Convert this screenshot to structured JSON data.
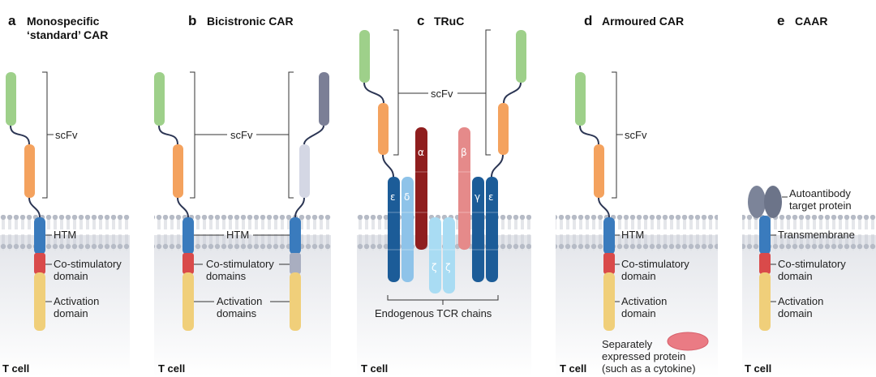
{
  "panels": {
    "a": {
      "letter": "a",
      "title_line1": "Monospecific",
      "title_line2": "‘standard’ CAR",
      "scfv": "scFv",
      "htm": "HTM",
      "costim_1": "Co-stimulatory",
      "costim_2": "domain",
      "activ_1": "Activation",
      "activ_2": "domain",
      "cell": "T cell"
    },
    "b": {
      "letter": "b",
      "title": "Bicistronic CAR",
      "scfv": "scFv",
      "htm": "HTM",
      "costim_1": "Co-stimulatory",
      "costim_2": "domains",
      "activ_1": "Activation",
      "activ_2": "domains",
      "cell": "T cell"
    },
    "c": {
      "letter": "c",
      "title": "TRuC",
      "scfv": "scFv",
      "epsilon": "ε",
      "delta": "δ",
      "alpha": "α",
      "beta": "β",
      "gamma": "γ",
      "zeta": "ζ",
      "tcr_chains": "Endogenous TCR chains",
      "cell": "T cell"
    },
    "d": {
      "letter": "d",
      "title": "Armoured CAR",
      "scfv": "scFv",
      "htm": "HTM",
      "costim_1": "Co-stimulatory",
      "costim_2": "domain",
      "activ_1": "Activation",
      "activ_2": "domain",
      "protein_1": "Separately",
      "protein_2": "expressed protein",
      "protein_3": "(such as a cytokine)",
      "cell": "T cell"
    },
    "e": {
      "letter": "e",
      "title": "CAAR",
      "target_1": "Autoantibody",
      "target_2": "target protein",
      "transmembrane": "Transmembrane",
      "costim_1": "Co-stimulatory",
      "costim_2": "domain",
      "activ_1": "Activation",
      "activ_2": "domain",
      "cell": "T cell"
    }
  },
  "colors": {
    "scfv_green": "#9ed08a",
    "scfv_orange": "#f4a25e",
    "scfv_grey": "#7b7f96",
    "scfv_light": "#d4d7e4",
    "htm_blue": "#3a7bbd",
    "costim_red": "#d94a4a",
    "activation_yellow": "#f0cf7a",
    "tcr_dark_blue": "#1c5c98",
    "tcr_light_blue": "#8ec3e9",
    "tcr_cyan": "#a9dcf3",
    "alpha_red": "#8f1e1e",
    "beta_pink": "#e58a8a",
    "cytokine_pink": "#ea7b84",
    "antigen_grey": "#7c8499",
    "membrane": "#b4b9c4"
  }
}
